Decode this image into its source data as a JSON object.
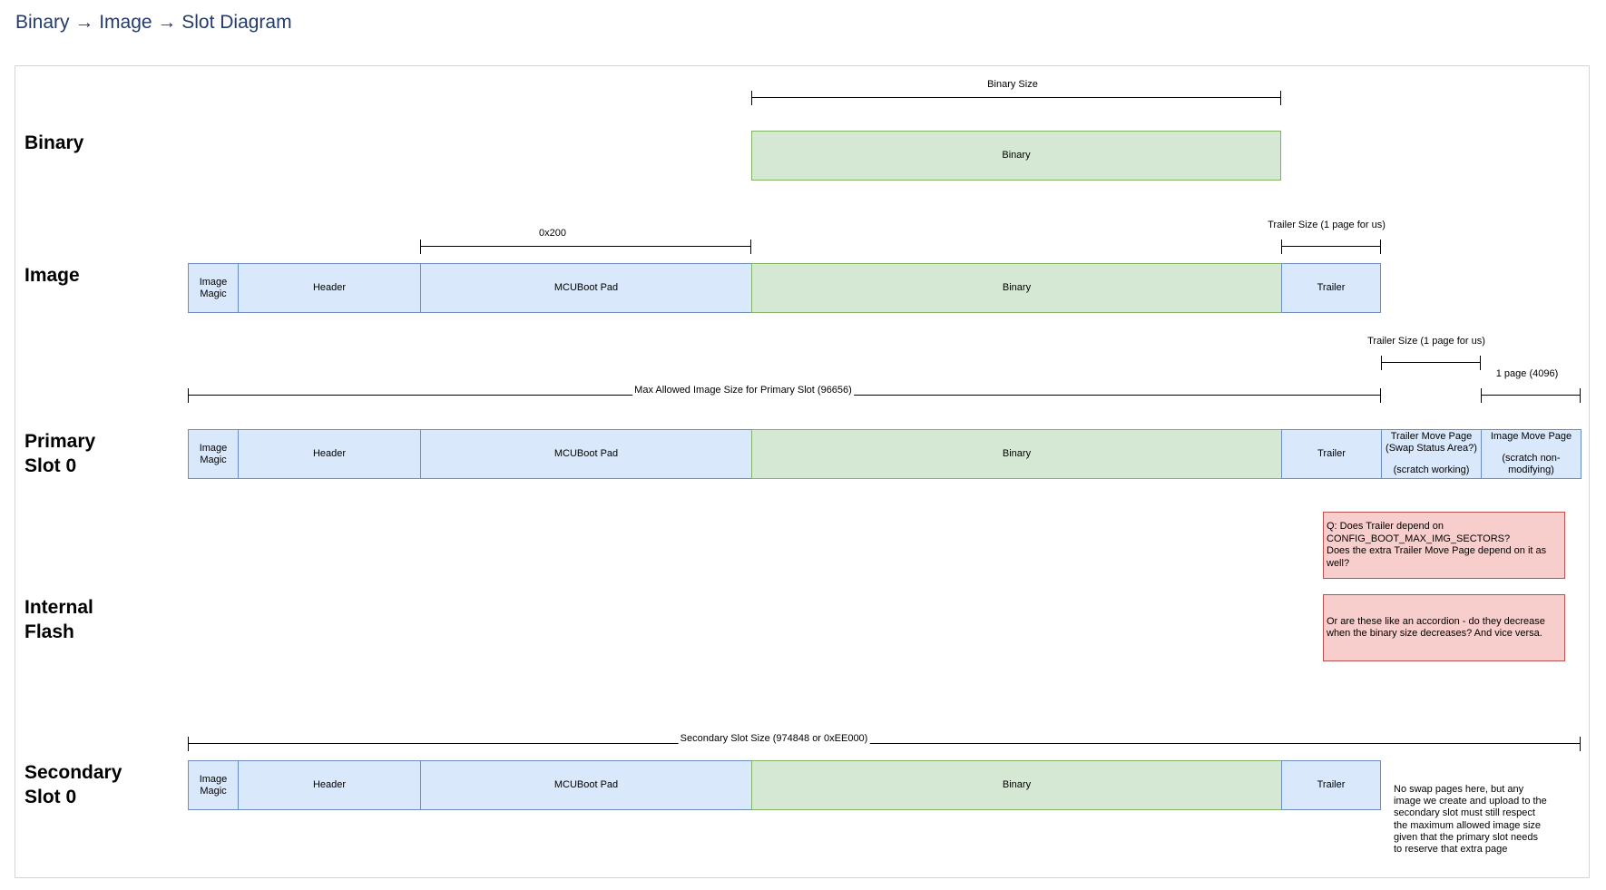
{
  "page": {
    "title": "Binary → Image → Slot Diagram"
  },
  "rows": {
    "binary": "Binary",
    "image": "Image",
    "primary": {
      "line1": "Primary",
      "line2": "Slot 0"
    },
    "internal": {
      "line1": "Internal",
      "line2": "Flash"
    },
    "secondary": {
      "line1": "Secondary",
      "line2": "Slot 0"
    }
  },
  "blocks": {
    "image_magic": {
      "line1": "Image",
      "line2": "Magic"
    },
    "header": "Header",
    "mcuboot_pad": "MCUBoot Pad",
    "binary": "Binary",
    "trailer": "Trailer",
    "trailer_move_page": {
      "line1": "Trailer Move Page",
      "line2": "(Swap Status Area?)",
      "line3": "(scratch working)"
    },
    "image_move_page": {
      "line1": "Image Move Page",
      "line2": "(scratch non-",
      "line3": "modifying)"
    }
  },
  "dimensions": {
    "binary_size": "Binary Size",
    "pad_size": "0x200",
    "trailer_size": "Trailer Size (1 page for us)",
    "max_image_size": "Max Allowed Image Size for Primary Slot (96656)",
    "trailer_size_primary": "Trailer Size (1 page for us)",
    "one_page": "1 page (4096)",
    "secondary_slot_size": "Secondary Slot Size (974848 or 0xEE000)"
  },
  "notes": {
    "question1": {
      "line1": "Q: Does Trailer depend on",
      "line2": "CONFIG_BOOT_MAX_IMG_SECTORS?",
      "line3": "Does the extra Trailer Move Page depend on it as",
      "line4": "well?"
    },
    "question2": {
      "line1": "Or are these like an accordion - do they decrease",
      "line2": "when the binary size decreases? And vice versa."
    },
    "secondary_note": "No swap pages here, but any image we create and upload to the secondary slot must still respect the maximum allowed image size given that the primary slot needs to reserve that extra page"
  },
  "colors": {
    "blue_fill": "#dae8fc",
    "blue_stroke": "#6c8ebf",
    "green_fill": "#d5e8d4",
    "green_stroke": "#82b366",
    "red_fill": "#f8cecc",
    "red_stroke": "#b85450",
    "title": "#243b6b"
  }
}
